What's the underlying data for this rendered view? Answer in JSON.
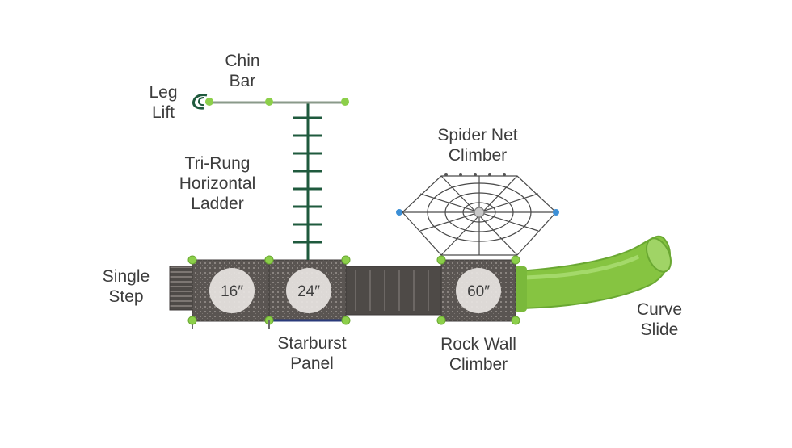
{
  "labels": {
    "chin_bar": [
      "Chin",
      "Bar"
    ],
    "leg_lift": [
      "Leg",
      "Lift"
    ],
    "tri_rung": [
      "Tri-Rung",
      "Horizontal",
      "Ladder"
    ],
    "spider_net": [
      "Spider Net",
      "Climber"
    ],
    "single_step": [
      "Single",
      "Step"
    ],
    "starburst": [
      "Starburst",
      "Panel"
    ],
    "rock_wall": [
      "Rock Wall",
      "Climber"
    ],
    "curve_slide": [
      "Curve",
      "Slide"
    ]
  },
  "deck_heights": [
    "16″",
    "24″",
    "60″"
  ],
  "colors": {
    "deck": "#5a5552",
    "deck_pattern": "#8a8480",
    "post_green": "#1f5a3d",
    "accent_lime": "#8ccf4a",
    "slide_green": "#86c441",
    "circle": "#e8e5e2",
    "text": "#3d3d3d",
    "panel_edge": "#2a3a7a"
  },
  "icons": [
    "leg-lift-icon",
    "chin-bar-icon",
    "ladder-icon",
    "spider-net-icon",
    "slide-icon"
  ]
}
